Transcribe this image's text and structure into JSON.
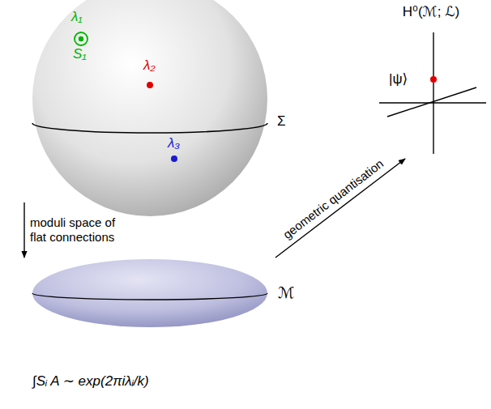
{
  "diagram": {
    "nodes": [
      {
        "text": [
          "λ₁",
          "S₁",
          "λ₂",
          "λ₃",
          "Σ"
        ]
      },
      {
        "text": [
          "ℳ"
        ]
      },
      {
        "text": [
          "H⁰(ℳ; ℒ)",
          "|ψ⟩"
        ]
      }
    ],
    "edges": [
      {
        "from": 0,
        "to": 1,
        "arrow": "to",
        "label": "moduli space of flat connections"
      },
      {
        "from": 1,
        "to": 2,
        "arrow": "to",
        "label": "geometric quantisation"
      }
    ],
    "labels": [
      "∫Sᵢ A ∼ exp(2πiλᵢ/k)"
    ]
  }
}
